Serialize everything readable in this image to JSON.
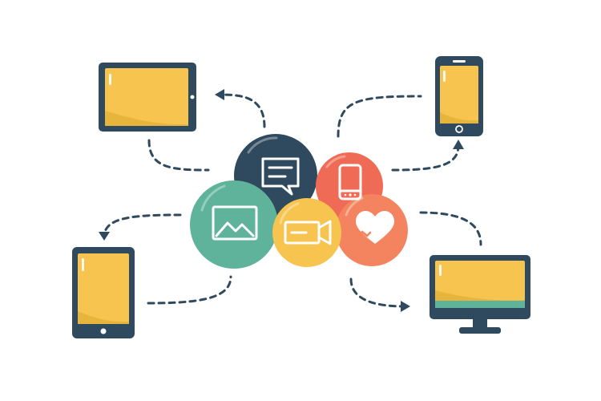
{
  "colors": {
    "navy": "#2f4a5e",
    "yellow": "#f6c44f",
    "yellow_dark": "#e8b53c",
    "teal": "#5fb39a",
    "coral": "#ef6b55",
    "orange": "#f4845f",
    "dash": "#2f4a5e",
    "white": "#ffffff"
  },
  "diagram": {
    "cloud_icons": [
      "chat-icon",
      "phone-icon",
      "image-icon",
      "video-icon",
      "heart-icon"
    ],
    "devices": [
      "tablet-landscape",
      "smartphone",
      "tablet-portrait",
      "desktop-monitor"
    ]
  }
}
